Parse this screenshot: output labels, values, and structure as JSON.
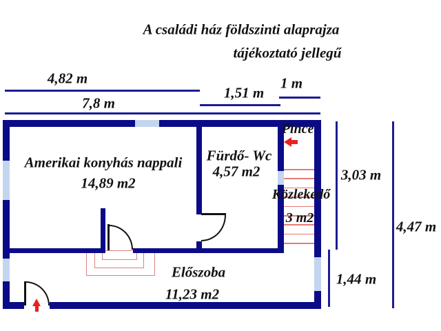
{
  "title": {
    "line1": "A családi ház földszinti alaprajza",
    "line2": "tájékoztató jellegű"
  },
  "dimensions": {
    "top_left_width": "4,82 m",
    "total_width": "7,8 m",
    "bath_width": "1,51 m",
    "hall_width": "1 m",
    "right_upper_height": "3,03 m",
    "total_height": "4,47 m",
    "right_lower_height": "1,44 m"
  },
  "rooms": {
    "living": {
      "name": "Amerikai konyhás nappali",
      "area": "14,89 m2"
    },
    "bathroom": {
      "name": "Fürdő- Wc",
      "area": "4,57 m2"
    },
    "basement": {
      "name": "Pince"
    },
    "hall": {
      "name": "Közlekedő",
      "area": "3 m2"
    },
    "entry": {
      "name": "Előszoba",
      "area": "11,23 m2"
    }
  },
  "icons": {
    "basement_arrow": "left-arrow",
    "entrance_arrow": "up-arrow"
  },
  "stairs": {
    "count": 9
  },
  "colors": {
    "wall": "#0b0b88",
    "dim_line": "#1c1c94",
    "window": "#c2d6ef",
    "stair_red": "#e87a72",
    "step_red": "#d98180",
    "arrow_red": "#e62222",
    "text": "#121212"
  }
}
